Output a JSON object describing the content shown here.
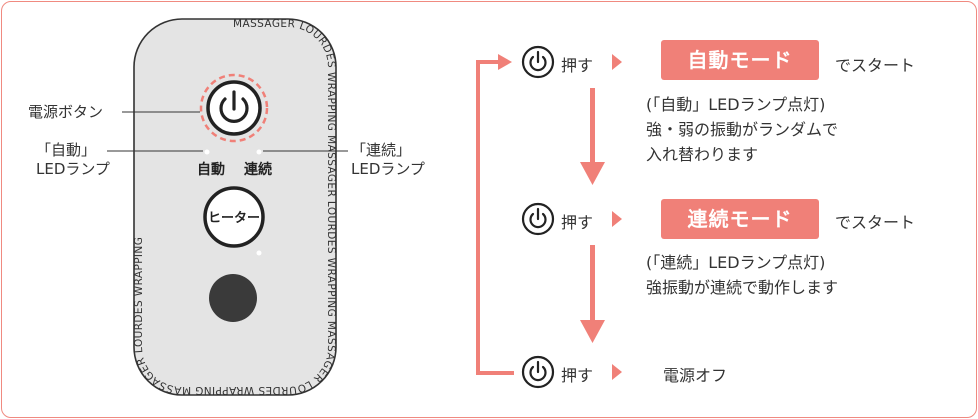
{
  "device": {
    "rim_text": "MASSAGER LOURDES WRAPPING MASSAGER LOURDES WRAPPING MASSAGER LOURDES WRAPPING MASSAGER LOURDES WRAPPING ",
    "auto_label": "自動",
    "continuous_label": "連続",
    "heater_label": "ヒーター"
  },
  "callouts": {
    "power_button": "電源ボタン",
    "auto_led_line1": "「自動」",
    "auto_led_line2": "LEDランプ",
    "cont_led_line1": "「連続」",
    "cont_led_line2": "LEDランプ"
  },
  "flow": {
    "step1": {
      "press": "押す",
      "mode": "自動モード",
      "suffix": "でスタート",
      "desc": [
        "(「自動」LEDランプ点灯)",
        "強・弱の振動がランダムで",
        "入れ替わります"
      ]
    },
    "step2": {
      "press": "押す",
      "mode": "連続モード",
      "suffix": "でスタート",
      "desc": [
        "(「連続」LEDランプ点灯)",
        "強振動が連続で動作します"
      ]
    },
    "step3": {
      "press": "押す",
      "result": "電源オフ"
    }
  },
  "colors": {
    "accent": "#f08078",
    "device_body": "#e4e4e4",
    "dark_button": "#3a3a3a"
  },
  "icons": [
    "power-icon",
    "play-arrow-icon",
    "down-arrow-icon",
    "loop-arrow-icon"
  ]
}
